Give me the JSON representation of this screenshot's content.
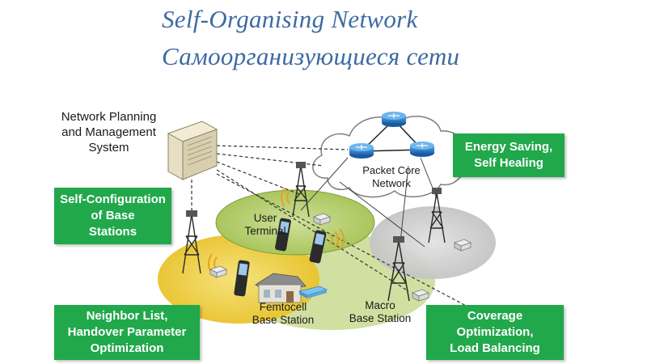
{
  "title": {
    "line1": "Self-Organising Network",
    "line2": "Самоорганизующиеся сети"
  },
  "labels": {
    "nms": "Network Planning\nand Management\nSystem",
    "packet_core": "Packet Core\nNetwork",
    "user_terminal": "User\nTerminal",
    "femtocell": "Femtocell\nBase Station",
    "macro": "Macro\nBase Station"
  },
  "boxes": {
    "energy": "Energy Saving,\nSelf Healing",
    "self_config": "Self-Configuration\nof Base\nStations",
    "neighbor": "Neighbor List,\nHandover Parameter\nOptimization",
    "coverage": "Coverage\nOptimization,\nLoad Balancing"
  },
  "colors": {
    "title": "#3d6aa3",
    "box_green": "#21a84b",
    "cell_green": "#b9d27a",
    "cell_yellow": "#f2d34a",
    "cell_gray": "#cfcfcf",
    "router_blue": "#2f7fc8"
  }
}
